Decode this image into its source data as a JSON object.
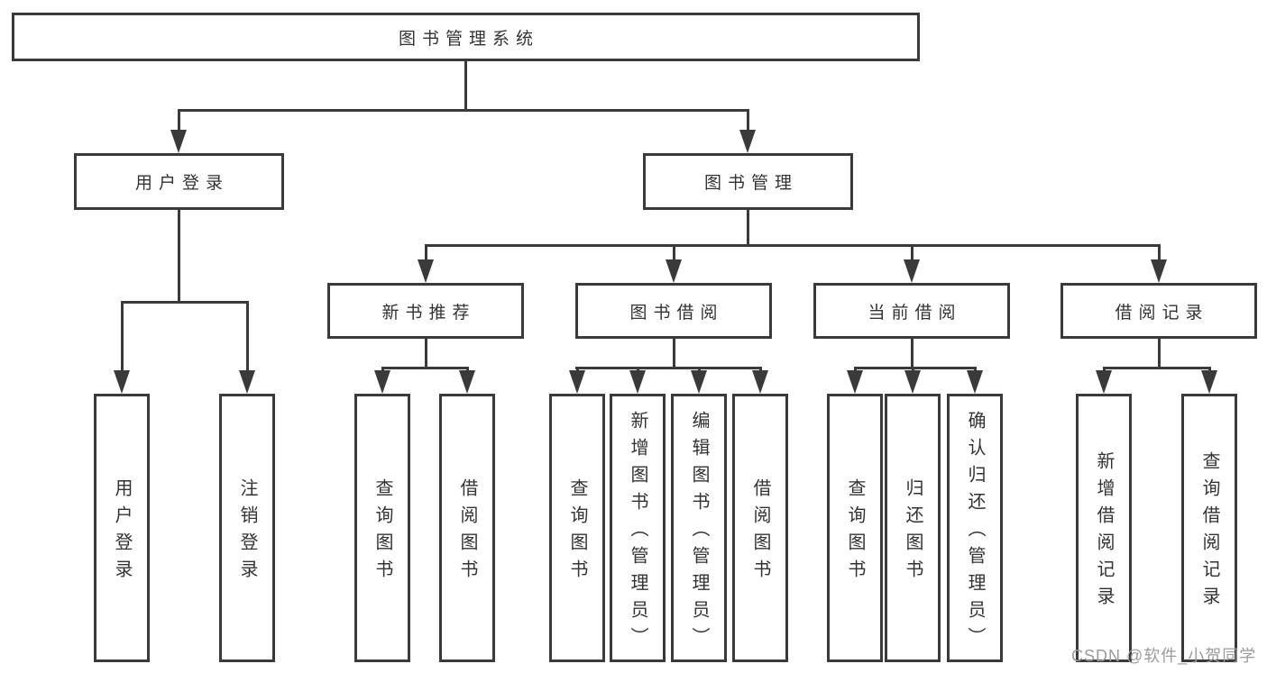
{
  "diagram": {
    "type": "hierarchy-tree",
    "root": {
      "label": "图书管理系统",
      "children": [
        {
          "label": "用户登录",
          "children": [
            {
              "label": "用户登录"
            },
            {
              "label": "注销登录"
            }
          ]
        },
        {
          "label": "图书管理",
          "children": [
            {
              "label": "新书推荐",
              "children": [
                {
                  "label": "查询图书"
                },
                {
                  "label": "借阅图书"
                }
              ]
            },
            {
              "label": "图书借阅",
              "children": [
                {
                  "label": "查询图书"
                },
                {
                  "label": "新增图书（管理员）"
                },
                {
                  "label": "编辑图书（管理员）"
                },
                {
                  "label": "借阅图书"
                }
              ]
            },
            {
              "label": "当前借阅",
              "children": [
                {
                  "label": "查询图书"
                },
                {
                  "label": "归还图书"
                },
                {
                  "label": "确认归还（管理员）"
                }
              ]
            },
            {
              "label": "借阅记录",
              "children": [
                {
                  "label": "新增借阅记录"
                },
                {
                  "label": "查询借阅记录"
                }
              ]
            }
          ]
        }
      ]
    },
    "watermark": "CSDN @软件_小贺同学"
  },
  "colors": {
    "line": "#3a3a3a",
    "text": "#333333",
    "watermark": "#9b9b9b",
    "background": "#ffffff"
  }
}
